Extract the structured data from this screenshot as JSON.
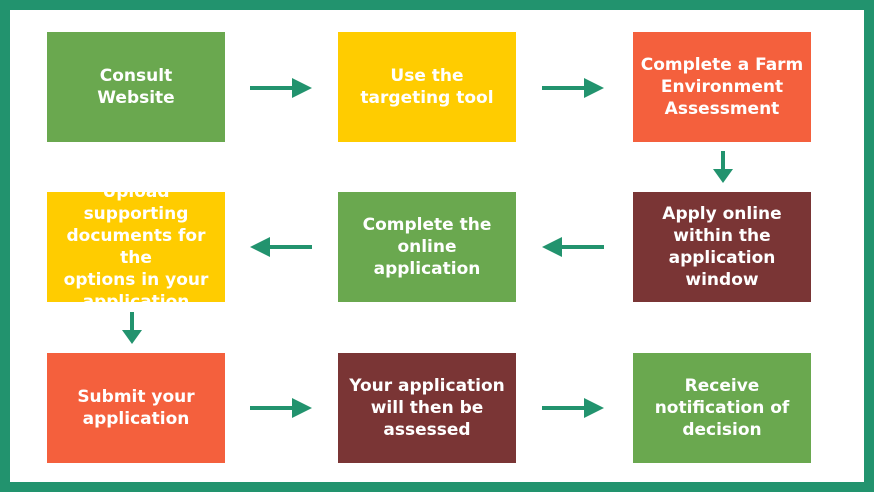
{
  "colors": {
    "frame": "#22936e",
    "arrow": "#22936e",
    "green": "#6aa84f",
    "yellow": "#ffcc00",
    "orange": "#f4603d",
    "maroon": "#7a3535"
  },
  "steps": [
    {
      "text": "Consult\nWebsite",
      "color": "green"
    },
    {
      "text": "Use the\ntargeting tool",
      "color": "yellow"
    },
    {
      "text": "Complete a Farm\nEnvironment\nAssessment",
      "color": "orange"
    },
    {
      "text": "Apply online\nwithin the\napplication\nwindow",
      "color": "maroon"
    },
    {
      "text": "Complete the\nonline\napplication",
      "color": "green"
    },
    {
      "text": "Upload supporting\ndocuments for the\noptions in your\napplication",
      "color": "yellow"
    },
    {
      "text": "Submit your\napplication",
      "color": "orange"
    },
    {
      "text": "Your application\nwill then be\nassessed",
      "color": "maroon"
    },
    {
      "text": "Receive\nnotification of\ndecision",
      "color": "green"
    }
  ]
}
